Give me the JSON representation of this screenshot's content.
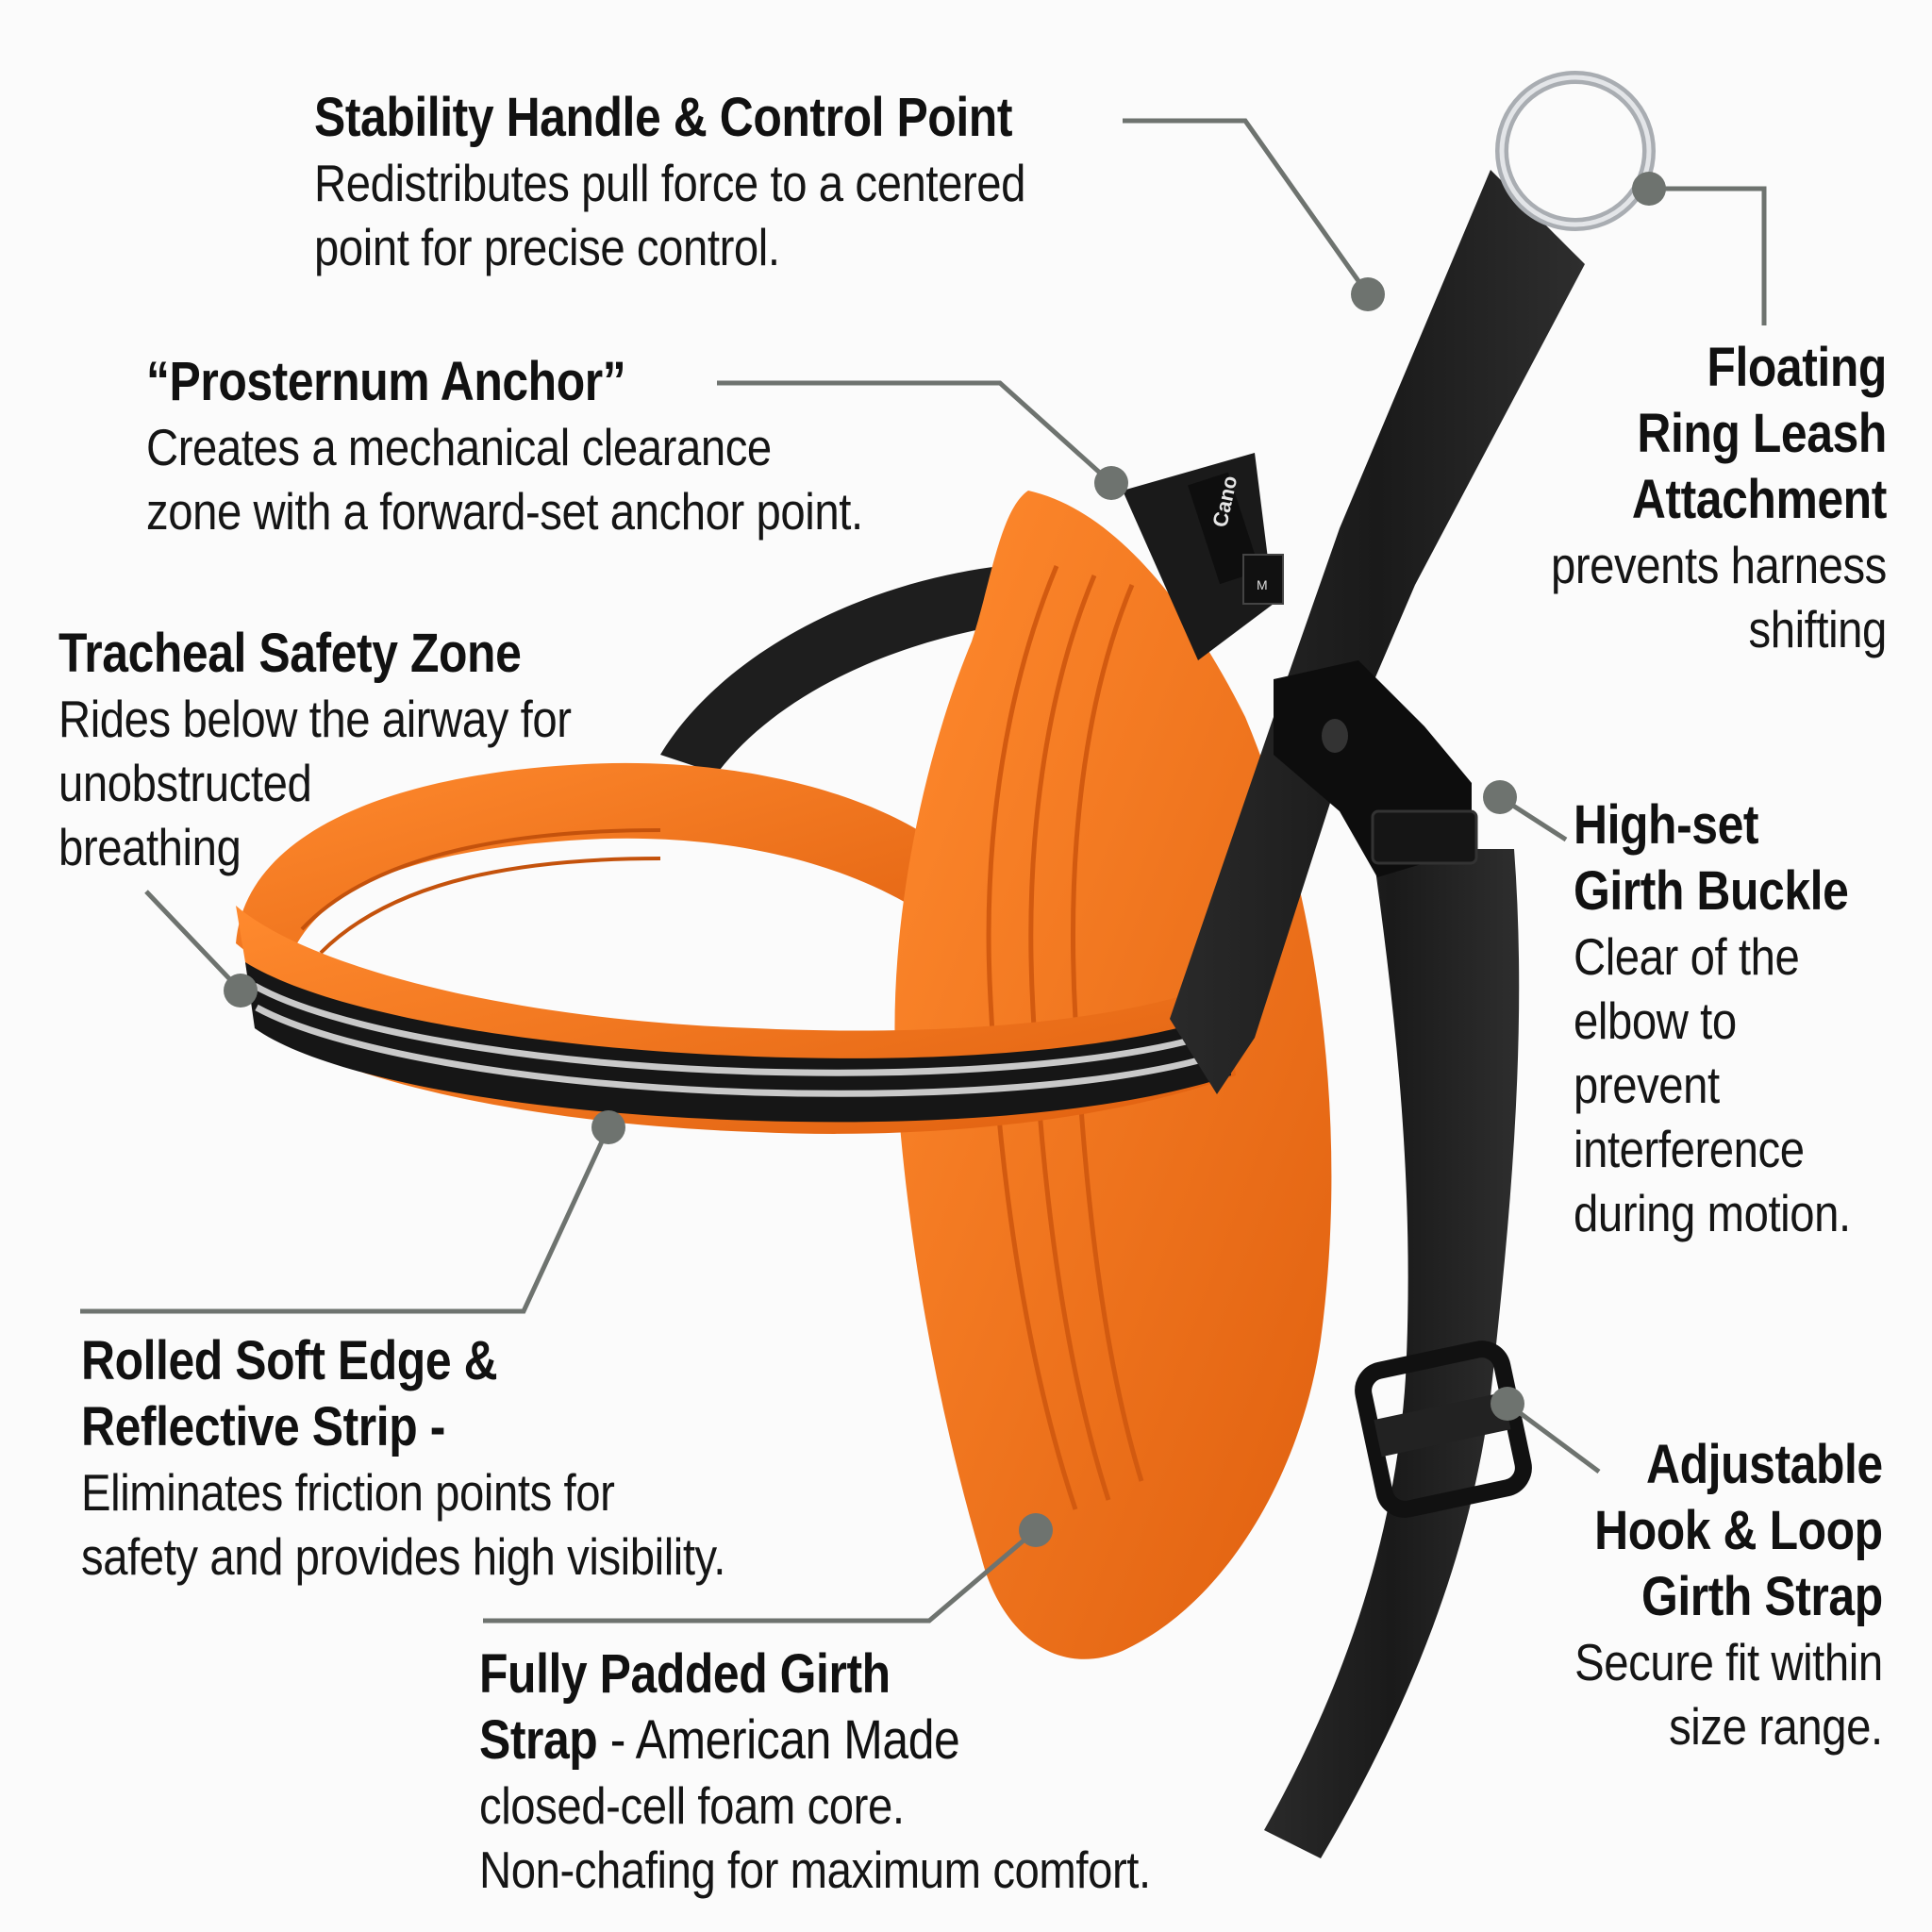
{
  "colors": {
    "harness_orange": "#f2721c",
    "webbing_black": "#1c1c1c",
    "leader_gray": "#6e736f",
    "ring_silver": "#c9ccd0"
  },
  "product_label": {
    "brand": "Cano",
    "size_tag": "M"
  },
  "callouts": {
    "stability": {
      "title": "Stability Handle & Control Point",
      "desc": [
        "Redistributes pull force to a centered",
        "point for precise control."
      ]
    },
    "prosternum": {
      "title": "“Prosternum Anchor”",
      "desc": [
        "Creates a mechanical clearance",
        "zone with a forward-set anchor point."
      ]
    },
    "tracheal": {
      "title": "Tracheal Safety Zone",
      "desc": [
        "Rides below the airway for",
        "unobstructed",
        "breathing"
      ]
    },
    "rolled": {
      "title": [
        "Rolled Soft Edge &",
        "Reflective Strip -"
      ],
      "desc": [
        "Eliminates friction points for",
        "safety and provides high visibility."
      ]
    },
    "padded": {
      "title": [
        "Fully Padded Girth",
        "Strap"
      ],
      "title_suffix": " - American Made",
      "desc": [
        "closed-cell foam core.",
        "Non-chafing for maximum comfort."
      ]
    },
    "floating": {
      "title": [
        "Floating",
        "Ring Leash",
        "Attachment"
      ],
      "desc": [
        "prevents harness",
        "shifting"
      ]
    },
    "buckle": {
      "title": [
        "High-set",
        "Girth Buckle"
      ],
      "desc": [
        "Clear of the",
        "elbow to",
        "prevent",
        "interference",
        "during motion."
      ]
    },
    "adjustable": {
      "title": [
        "Adjustable",
        "Hook & Loop",
        "Girth Strap"
      ],
      "desc": [
        "Secure fit within",
        "size range."
      ]
    }
  }
}
